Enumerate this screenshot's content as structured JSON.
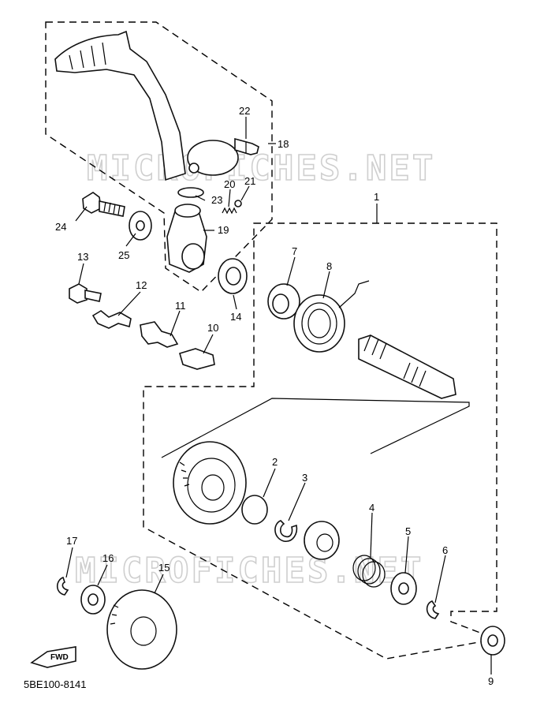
{
  "watermarks": [
    "MICROFICHES.NET",
    "MICROFICHES.NET"
  ],
  "diagram_code": "5BE100-8141",
  "fwd_label": "FWD",
  "callouts": {
    "c1": "1",
    "c2": "2",
    "c3": "3",
    "c4": "4",
    "c5": "5",
    "c6": "6",
    "c7": "7",
    "c8": "8",
    "c9": "9",
    "c10": "10",
    "c11": "11",
    "c12": "12",
    "c13": "13",
    "c14": "14",
    "c15": "15",
    "c16": "16",
    "c17": "17",
    "c18": "18",
    "c19": "19",
    "c20": "20",
    "c21": "21",
    "c22": "22",
    "c23": "23",
    "c24": "24",
    "c25": "25"
  }
}
